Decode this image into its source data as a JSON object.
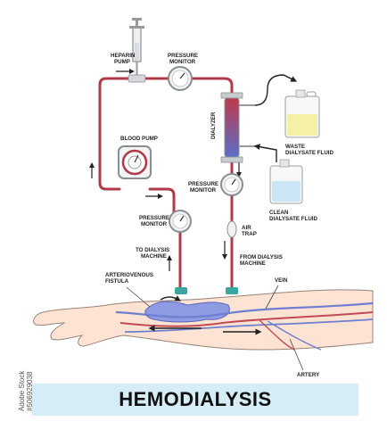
{
  "title": "HEMODIALYSIS",
  "watermark": "Adobe Stock",
  "stock_id": "#506929038",
  "labels": {
    "heparin_pump": [
      "HEPARIN",
      "PUMP"
    ],
    "pressure_monitor_top": [
      "PRESSURE",
      "MONITOR"
    ],
    "dialyzer": "DIALYZER",
    "blood_pump": "BLOOD PUMP",
    "pressure_monitor_mid": [
      "PRESSURE",
      "MONITOR"
    ],
    "pressure_monitor_low": [
      "PRESSURE",
      "MONITOR"
    ],
    "air_trap": [
      "AIR",
      "TRAP"
    ],
    "waste_fluid": [
      "WASTE",
      "DIALYSATE FLUID"
    ],
    "clean_fluid": [
      "CLEAN",
      "DIALYSATE FLUID"
    ],
    "to_machine": [
      "TO DIALYSIS",
      "MACHINE"
    ],
    "from_machine": [
      "FROM DIALYSIS",
      "MACHINE"
    ],
    "fistula": [
      "ARTERIOVENOUS",
      "FISTULA"
    ],
    "vein": "VEIN",
    "artery": "ARTERY"
  },
  "colors": {
    "blood_tube": "#b03a4a",
    "vein": "#6f7fd0",
    "artery": "#c24b55",
    "skin": "#fde3d3",
    "title_band": "#d6ecf7",
    "waste_fluid": "#f6efa6",
    "clean_fluid": "#cde6f7"
  }
}
